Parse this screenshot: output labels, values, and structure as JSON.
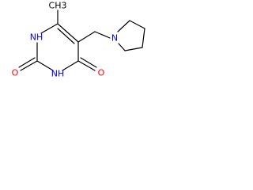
{
  "molecule": {
    "colors": {
      "bond": "#000000",
      "carbon_label": "#000000",
      "nitrogen": "#0000ff",
      "oxygen": "#ff0000"
    },
    "atoms": {
      "methyl": "CH3",
      "nh_left": "NH",
      "nh_right": "NH",
      "n_pyrrolidine": "N",
      "o_left": "O",
      "o_right": "O"
    }
  }
}
